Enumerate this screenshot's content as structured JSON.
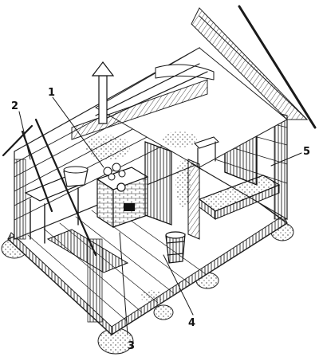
{
  "diagram": {
    "callouts": [
      {
        "id": "1",
        "text": "1"
      },
      {
        "id": "2",
        "text": "2"
      },
      {
        "id": "3",
        "text": "3"
      },
      {
        "id": "4",
        "text": "4"
      },
      {
        "id": "5",
        "text": "5"
      }
    ]
  },
  "colors": {
    "ink": "#1a1a1a",
    "paper": "#ffffff",
    "shade": "#555555"
  }
}
